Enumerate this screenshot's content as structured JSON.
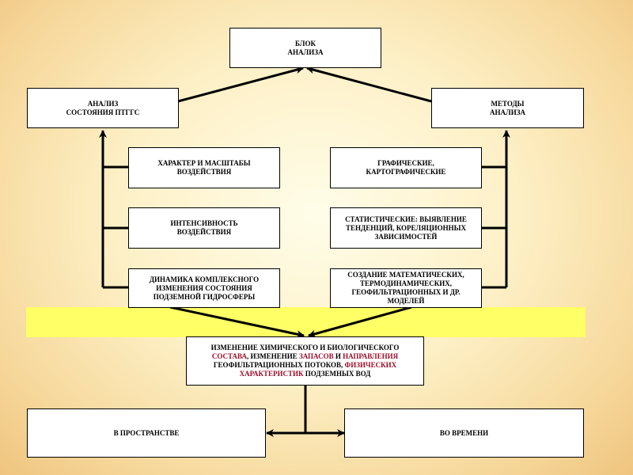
{
  "diagram": {
    "top": {
      "line1": "БЛОК",
      "line2": "АНАЛИЗА"
    },
    "left_head": {
      "line1": "АНАЛИЗ",
      "line2": "СОСТОЯНИЯ ПТГГС"
    },
    "right_head": {
      "line1": "МЕТОДЫ",
      "line2": "АНАЛИЗА"
    },
    "left_items": [
      {
        "line1": "ХАРАКТЕР И МАСШТАБЫ",
        "line2": "ВОЗДЕЙСТВИЯ",
        "line3": ""
      },
      {
        "line1": "ИНТЕНСИВНОСТЬ",
        "line2": "ВОЗДЕЙСТВИЯ",
        "line3": ""
      },
      {
        "line1": "ДИНАМИКА КОМПЛЕКСНОГО",
        "line2": "ИЗМЕНЕНИЯ СОСТОЯНИЯ",
        "line3": "ПОДЗЕМНОЙ ГИДРОСФЕРЫ"
      }
    ],
    "right_items": [
      {
        "line1": "ГРАФИЧЕСКИЕ,",
        "line2": "КАРТОГРАФИЧЕСКИЕ",
        "line3": ""
      },
      {
        "line1": "СТАТИСТИЧЕСКИЕ: ВЫЯВЛЕНИЕ",
        "line2": "ТЕНДЕНЦИЙ, КОРЕЛЯЦИОННЫХ",
        "line3": "ЗАВИСИМОСТЕЙ"
      },
      {
        "line1": "СОЗДАНИЕ МАТЕМАТИЧЕСКИХ,",
        "line2": "ТЕРМОДИНАМИЧЕСКИХ,",
        "line3": "ГЕОФИЛЬТРАЦИОННЫХ И ДР.",
        "line4": "МОДЕЛЕЙ"
      }
    ],
    "center": {
      "p1": "ИЗМЕНЕНИЕ ХИМИЧЕСКОГО И БИОЛОГИЧЕСКОГО",
      "p2": "СОСТАВА",
      "p3": ", ИЗМЕНЕНИЕ ",
      "p4": "ЗАПАСОВ",
      "p5": " И ",
      "p6": "НАПРАВЛЕНИЯ",
      "p7": "ГЕОФИЛЬТРАЦИОННЫХ ПОТОКОВ, ",
      "p8": "ФИЗИЧЕСКИХ",
      "p9": "ХАРАКТЕРИСТИК",
      "p10": " ПОДЗЕМНЫХ ВОД"
    },
    "bottom_left": "В ПРОСТРАНСТВЕ",
    "bottom_right": "ВО ВРЕМЕНИ",
    "colors": {
      "highlight_band": "#ffff66",
      "accent_red": "#9b0d2a"
    }
  }
}
